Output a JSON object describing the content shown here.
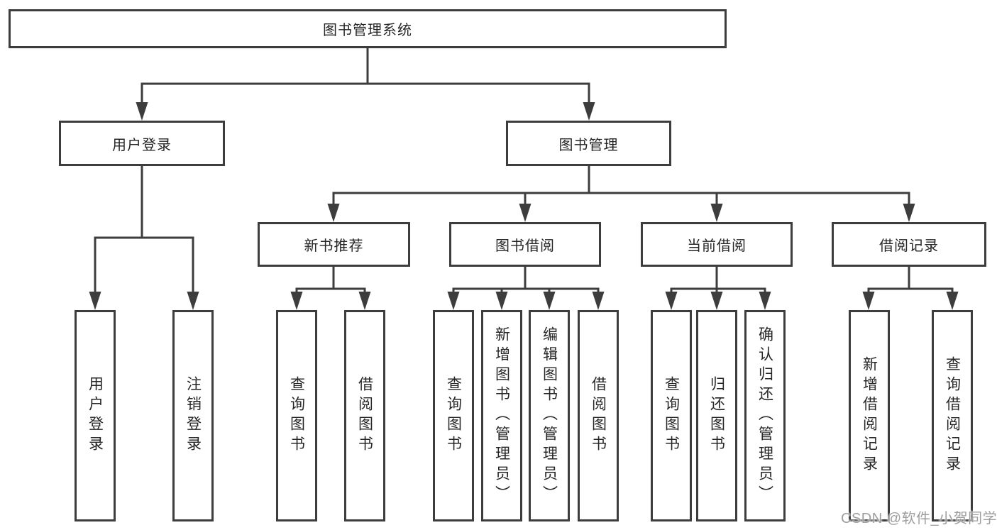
{
  "diagram": {
    "root": {
      "label": "图书管理系统"
    },
    "level1": [
      {
        "id": "user-login",
        "label": "用户登录"
      },
      {
        "id": "book-management",
        "label": "图书管理"
      }
    ],
    "level2": [
      {
        "id": "new-book-recommend",
        "label": "新书推荐"
      },
      {
        "id": "book-borrow",
        "label": "图书借阅"
      },
      {
        "id": "current-borrow",
        "label": "当前借阅"
      },
      {
        "id": "borrow-record",
        "label": "借阅记录"
      }
    ],
    "leaves": [
      {
        "id": "user-login-leaf",
        "label": "用户登录"
      },
      {
        "id": "logout",
        "label": "注销登录"
      },
      {
        "id": "query-books-recommend",
        "label": "查询图书"
      },
      {
        "id": "borrow-books-recommend",
        "label": "借阅图书"
      },
      {
        "id": "query-books-borrow",
        "label": "查询图书"
      },
      {
        "id": "add-books-admin",
        "label": "新增图书（管理员）"
      },
      {
        "id": "edit-books-admin",
        "label": "编辑图书（管理员）"
      },
      {
        "id": "borrow-books",
        "label": "借阅图书"
      },
      {
        "id": "query-books-current",
        "label": "查询图书"
      },
      {
        "id": "return-books",
        "label": "归还图书"
      },
      {
        "id": "confirm-return-admin",
        "label": "确认归还（管理员）"
      },
      {
        "id": "add-borrow-record",
        "label": "新增借阅记录"
      },
      {
        "id": "query-borrow-record",
        "label": "查询借阅记录"
      }
    ],
    "watermark": "CSDN @软件_小贺同学",
    "colors": {
      "line": "#3d3d3d",
      "text": "#262626",
      "watermark": "#9e9e9e",
      "background": "#ffffff"
    }
  }
}
